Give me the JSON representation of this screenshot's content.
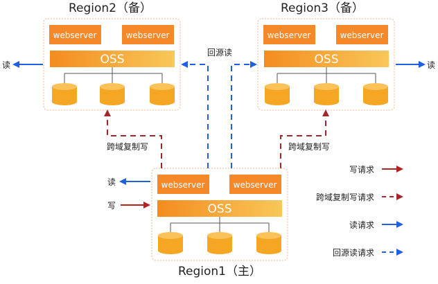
{
  "regions": {
    "region2": {
      "title": "Region2（备）",
      "webserver_left": "webserver",
      "webserver_right": "webserver",
      "storage": "OSS"
    },
    "region3": {
      "title": "Region3（备）",
      "webserver_left": "webserver",
      "webserver_right": "webserver",
      "storage": "OSS"
    },
    "region1": {
      "title": "Region1（主）",
      "webserver_left": "webserver",
      "webserver_right": "webserver",
      "storage": "OSS"
    }
  },
  "labels": {
    "read": "读",
    "write": "写",
    "origin_read": "回源读",
    "cross_region_write": "跨域复制写"
  },
  "legend": {
    "write_request": "写请求",
    "cross_region_write_request": "跨域复制写请求",
    "read_request": "读请求",
    "origin_read_request": "回源读请求"
  },
  "colors": {
    "orange": "#f5892a",
    "oss_gradient_start": "#f48c1f",
    "oss_gradient_end": "#f9c75a",
    "cylinder": "#f5a623",
    "region_border": "#f2b28a",
    "write_arrow": "#b22222",
    "cross_write_arrow": "#a0282a",
    "read_arrow": "#1f5fe0",
    "origin_read_arrow": "#1f5fe0"
  }
}
